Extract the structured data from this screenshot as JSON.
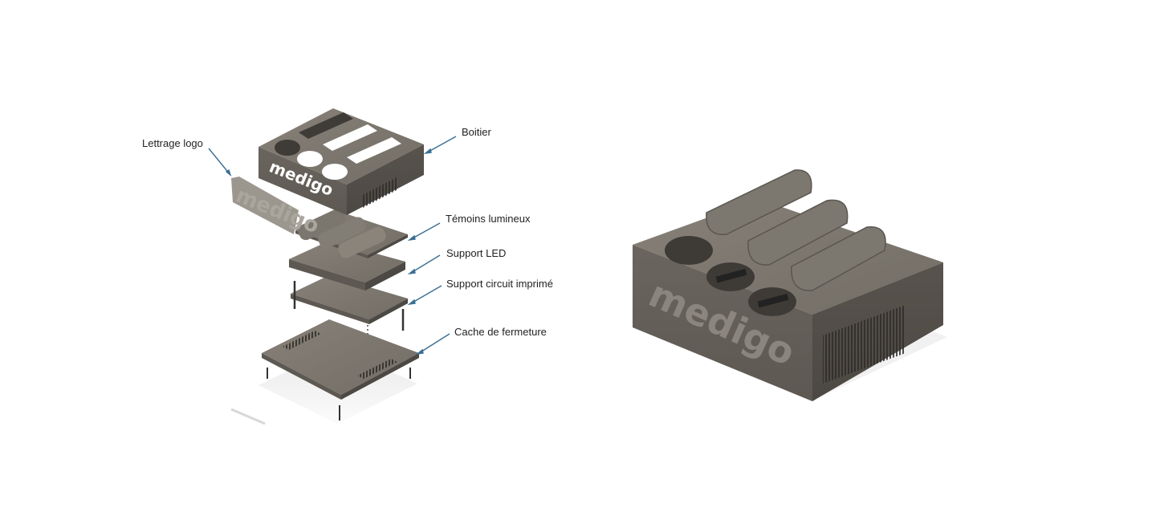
{
  "diagram": {
    "type": "exploded-view",
    "colors": {
      "body": "#6b665f",
      "body_light": "#7f7a72",
      "body_dark": "#4f4b45",
      "arrow": "#3a6f93",
      "label": "#222222"
    },
    "exploded_view": {
      "labels": [
        {
          "id": "lettrage-logo",
          "text": "Lettrage logo"
        },
        {
          "id": "boitier",
          "text": "Boitier"
        },
        {
          "id": "temoins-lumineux",
          "text": "Témoins lumineux"
        },
        {
          "id": "support-led",
          "text": "Support LED"
        },
        {
          "id": "support-circuit",
          "text": "Support circuit imprimé"
        },
        {
          "id": "cache-fermeture",
          "text": "Cache de fermeture"
        }
      ],
      "engraved_logo": "medigo"
    },
    "assembled_view": {
      "logo": "medigo"
    }
  }
}
